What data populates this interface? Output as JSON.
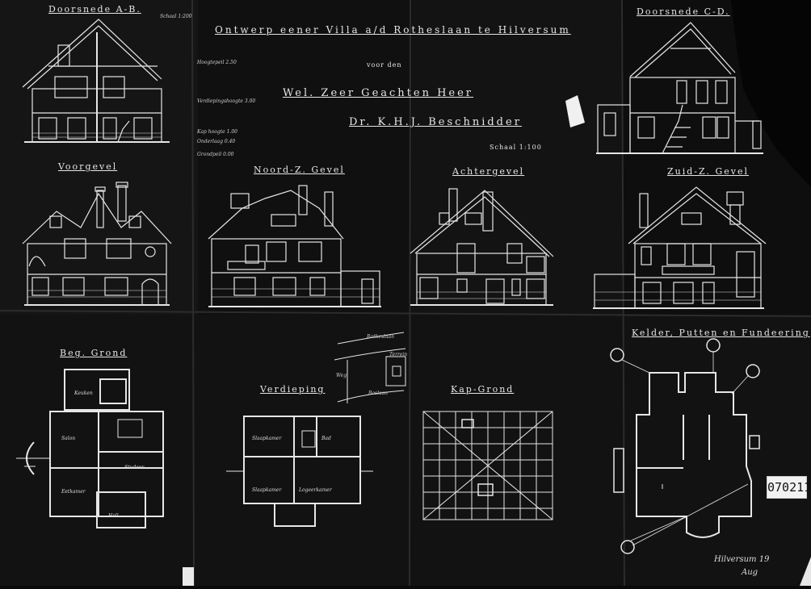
{
  "sheet": {
    "title_line1": "Ontwerp eener Villa a/d Rotheslaan te Hilversum",
    "title_line2": "voor den",
    "title_line3": "Wel. Zeer Geachten Heer",
    "title_line4": "Dr. K.H.J. Beschnidder",
    "scale": "Schaal 1:100",
    "stamp": "070211",
    "signature": "Hilversum 19",
    "signature2": "Aug"
  },
  "views": {
    "section_ab": "Doorsnede A-B.",
    "section_cd": "Doorsnede C-D.",
    "front_facade": "Voorgevel",
    "north_facade": "Noord-Z. Gevel",
    "rear_facade": "Achtergevel",
    "south_facade": "Zuid-Z. Gevel",
    "ground_floor": "Beg. Grond",
    "upper_floor": "Verdieping",
    "roof_plan": "Kap-Grond",
    "cellar": "Kelder, Putten en Fundeering"
  },
  "notes": {
    "n1": "Schaal 1:200",
    "n2": "Hoogtepeil 2.50",
    "n3": "Verdiepingshoogte 3.00",
    "n4": "Kap hoogte 1.00",
    "n5": "Onderlaag 0.40",
    "n6": "Grondpeil 0.00"
  },
  "site": {
    "road_top": "Rotheslaan",
    "road_left": "Weg",
    "road_bottom": "Boslaan",
    "plot": "Terrein"
  },
  "rooms": {
    "ground_salon": "Salon",
    "ground_eetkamer": "Eetkamer",
    "ground_studeer": "Studeer",
    "ground_hall": "Hall",
    "ground_keuken": "Keuken",
    "upper_slaap1": "Slaapkamer",
    "upper_slaap2": "Slaapkamer",
    "upper_bad": "Bad",
    "upper_logeer": "Logeerkamer"
  }
}
